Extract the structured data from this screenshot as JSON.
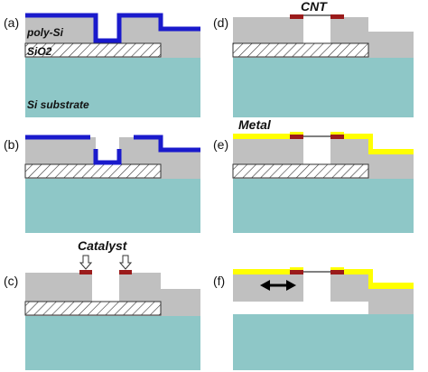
{
  "panel_labels": [
    "(a)",
    "(b)",
    "(c)",
    "(d)",
    "(e)",
    "(f)"
  ],
  "layer_labels": {
    "poly_si": "poly-Si",
    "sio2": "SiO2",
    "si_substrate": "Si substrate"
  },
  "callouts": {
    "catalyst": "Catalyst",
    "cnt": "CNT",
    "metal": "Metal"
  },
  "colors": {
    "substrate": "#8ec7c7",
    "poly_si": "#c0c0c0",
    "resist": "#1a1acc",
    "catalyst": "#9b1b1b",
    "metal": "#ffff00",
    "oxide_hatch": "#333333",
    "cnt": "#000000"
  }
}
